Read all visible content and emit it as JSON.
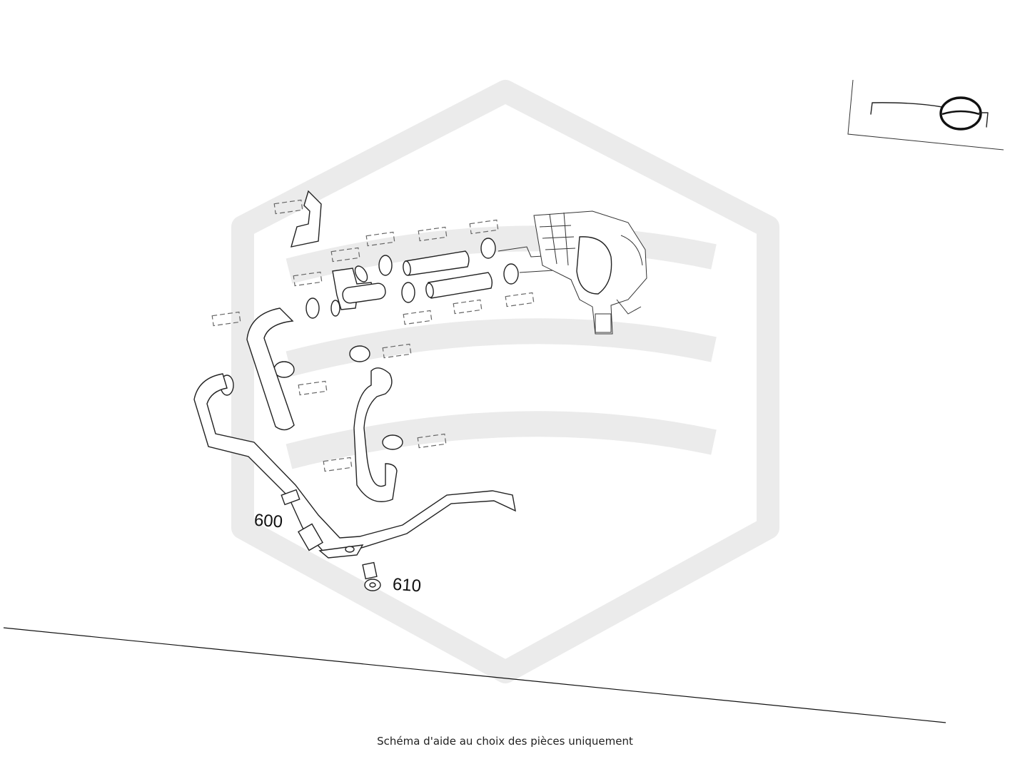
{
  "caption": "Schéma d'aide au choix des pièces uniquement",
  "callouts": [
    "600",
    "610"
  ],
  "watermark": {
    "color": "#ebebeb",
    "shape": "hexagon-with-wave-stripes"
  },
  "line_color": "#222222"
}
